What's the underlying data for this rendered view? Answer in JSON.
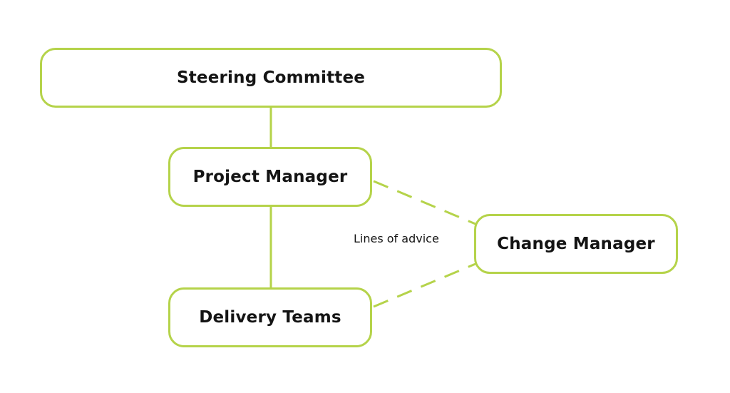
{
  "diagram": {
    "nodes": {
      "steering_committee": "Steering Committee",
      "project_manager": "Project Manager",
      "delivery_teams": "Delivery Teams",
      "change_manager": "Change Manager"
    },
    "annotation": "Lines of advice",
    "colors": {
      "accent": "#b5d34a",
      "text": "#141414",
      "background": "#ffffff"
    }
  }
}
